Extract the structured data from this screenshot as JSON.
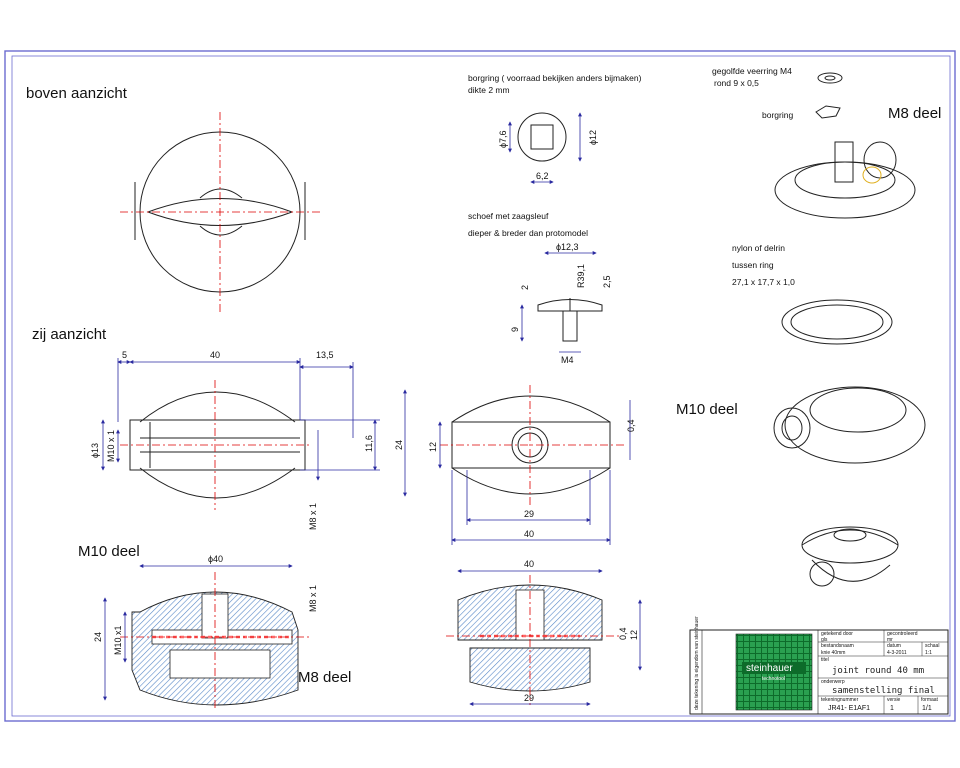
{
  "views": {
    "top_view": "boven aanzicht",
    "side_view": "zij aanzicht",
    "m10_section": "M10  deel",
    "m8_section": "M8 deel",
    "m8_iso": "M8 deel",
    "m10_iso": "M10 deel"
  },
  "notes": {
    "borgring_1": "borgring ( voorraad bekijken anders bijmaken)",
    "borgring_2": "dikte 2 mm",
    "schoef_1": "schoef met zaagsleuf",
    "schoef_2": "dieper & breder dan protomodel",
    "veerring_1": "gegolfde veerring M4",
    "veerring_2": "rond 9 x 0,5",
    "borgring_iso": "borgring",
    "nylon_1": "nylon of delrin",
    "nylon_2": "tussen ring",
    "nylon_3": "27,1 x 17,7 x 1,0"
  },
  "dimensions": {
    "side_5": "5",
    "side_40": "40",
    "side_13_5": "13,5",
    "side_phi13": "ϕ13",
    "side_m10": "M10 x 1",
    "side_11_6": "11,6",
    "side_24": "24",
    "side_m8": "M8 x 1",
    "end_12": "12",
    "end_0_4": "0,4",
    "end_29": "29",
    "end_40": "40",
    "ring_phi7_6": "ϕ7,6",
    "ring_phi12": "ϕ12",
    "ring_6_2": "6,2",
    "screw_phi12_3": "ϕ12,3",
    "screw_r39_1": "R39,1",
    "screw_2": "2",
    "screw_2_5": "2,5",
    "screw_9": "9",
    "screw_m4": "M4",
    "sec_phi40": "ϕ40",
    "sec_24": "24",
    "sec_m10": "M10 x1",
    "sec_m8": "M8 x 1",
    "sec2_40": "40",
    "sec2_0_4": "0,4",
    "sec2_12": "12",
    "sec2_29": "29"
  },
  "title_block": {
    "company": "steinhauer",
    "company_sub": "technotool",
    "drawn_by_label": "getekend door",
    "drawn_by": "gls",
    "checked_by_label": "gecontroleerd",
    "checked_by": "mr",
    "filename_label": "bestandsnaam",
    "filename": "knie 40mm",
    "date_label": "datum",
    "date": "4-3-2011",
    "scale_label": "schaal",
    "scale": "1:1",
    "title_label": "titel",
    "title": "joint round 40 mm",
    "subtitle_label": "onderwerp",
    "subtitle": "samenstelling final",
    "drawing_no_label": "tekeningnummer",
    "drawing_no": "JR41- E1AF1",
    "version_label": "versie",
    "version": "1",
    "format_label": "formaat",
    "format": "1/1",
    "disclaimer": "deze tekening is eigendom van steinhauer"
  },
  "colors": {
    "border": "#6b6bd0",
    "dimension": "#2a2aa0",
    "centerline": "#dd0000",
    "logo_green": "#1a8a3a",
    "hatch": "#6699cc",
    "seal": "#ff6666"
  }
}
